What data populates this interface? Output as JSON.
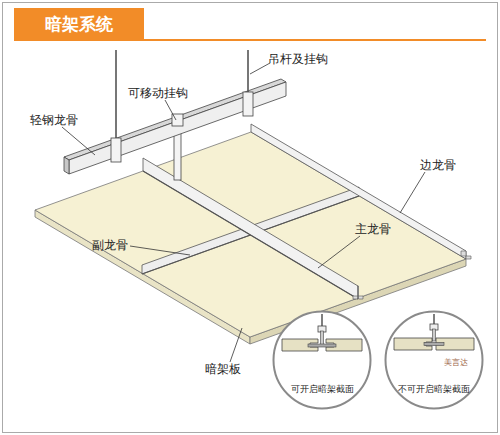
{
  "diagram": {
    "title": "暗架系统",
    "nodes": [
      {
        "text": [
          "可开启暗架截面"
        ]
      },
      {
        "text": [
          "不可开启暗架截面"
        ]
      }
    ],
    "labels": [
      "吊杆及挂钩",
      "可移动挂钩",
      "轻钢龙骨",
      "边龙骨",
      "主龙骨",
      "副龙骨",
      "暗架板",
      "美言达"
    ]
  }
}
